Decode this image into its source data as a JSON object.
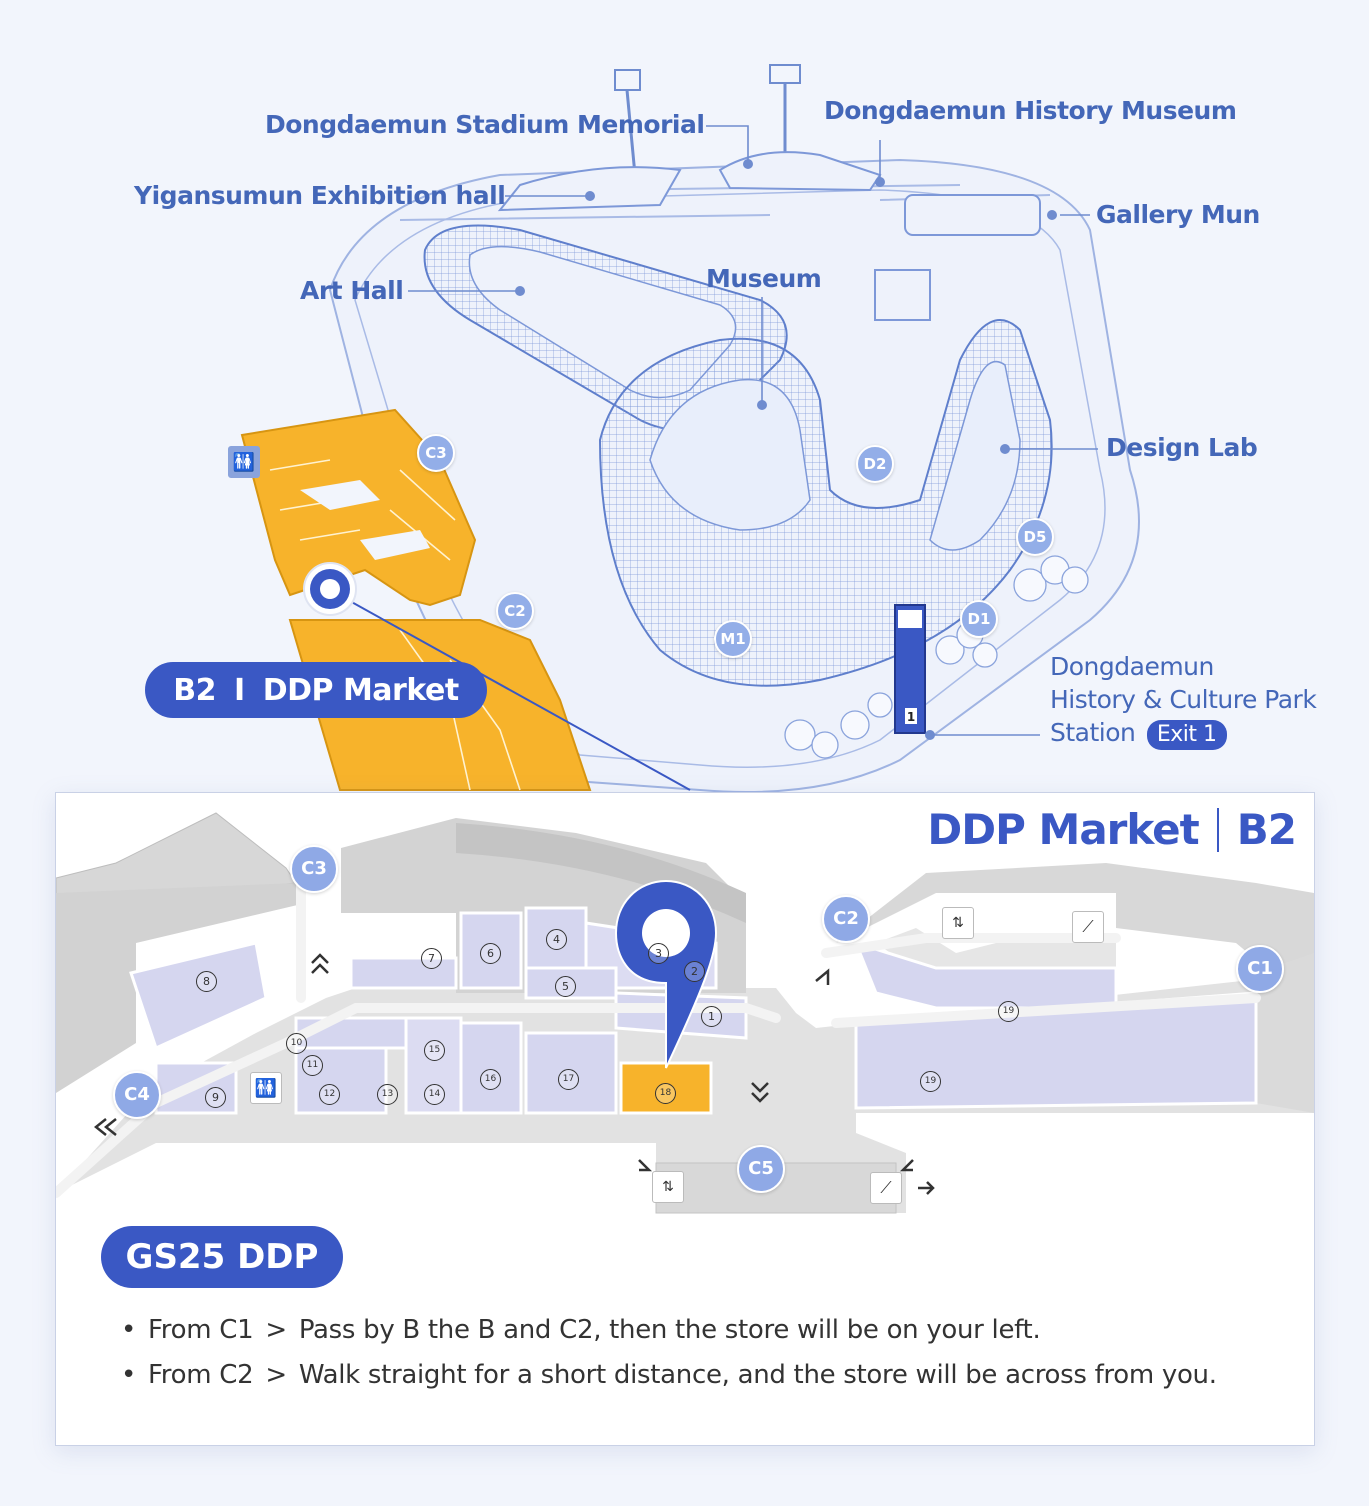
{
  "overview": {
    "labels": {
      "stadium_memorial": "Dongdaemun Stadium Memorial",
      "history_museum": "Dongdaemun History Museum",
      "yigansumun": "Yigansumun Exhibition hall",
      "gallery_mun": "Gallery Mun",
      "art_hall": "Art Hall",
      "museum": "Museum",
      "design_lab": "Design Lab",
      "station_line1": "Dongdaemun",
      "station_line2": "History & Culture Park",
      "station_line3": "Station",
      "exit": "Exit 1"
    },
    "gates": [
      "C3",
      "C2",
      "D2",
      "D5",
      "D1",
      "M1"
    ],
    "floor_pill": {
      "floor": "B2",
      "divider": "I",
      "name": "DDP Market"
    }
  },
  "floor_map": {
    "title": "DDP Market",
    "floor": "B2",
    "gates": [
      "C3",
      "C2",
      "C1",
      "C4",
      "C5"
    ],
    "units": [
      "8",
      "7",
      "6",
      "4",
      "3",
      "2",
      "5",
      "1",
      "10",
      "11",
      "15",
      "16",
      "17",
      "12",
      "13",
      "14",
      "9",
      "18",
      "19",
      "19"
    ],
    "icons": [
      "restroom-icon",
      "elevator-icon",
      "escalator-icon",
      "location-pin-icon"
    ],
    "highlight_color": "#f7b32b",
    "accent_color": "#3a58c4"
  },
  "store": {
    "name": "GS25 DDP",
    "directions": [
      {
        "from": "From C1",
        "text": "Pass by B the B and C2, then the store will be on your left."
      },
      {
        "from": "From C2",
        "text": "Walk straight for a short distance, and the store will be across from you."
      }
    ]
  }
}
